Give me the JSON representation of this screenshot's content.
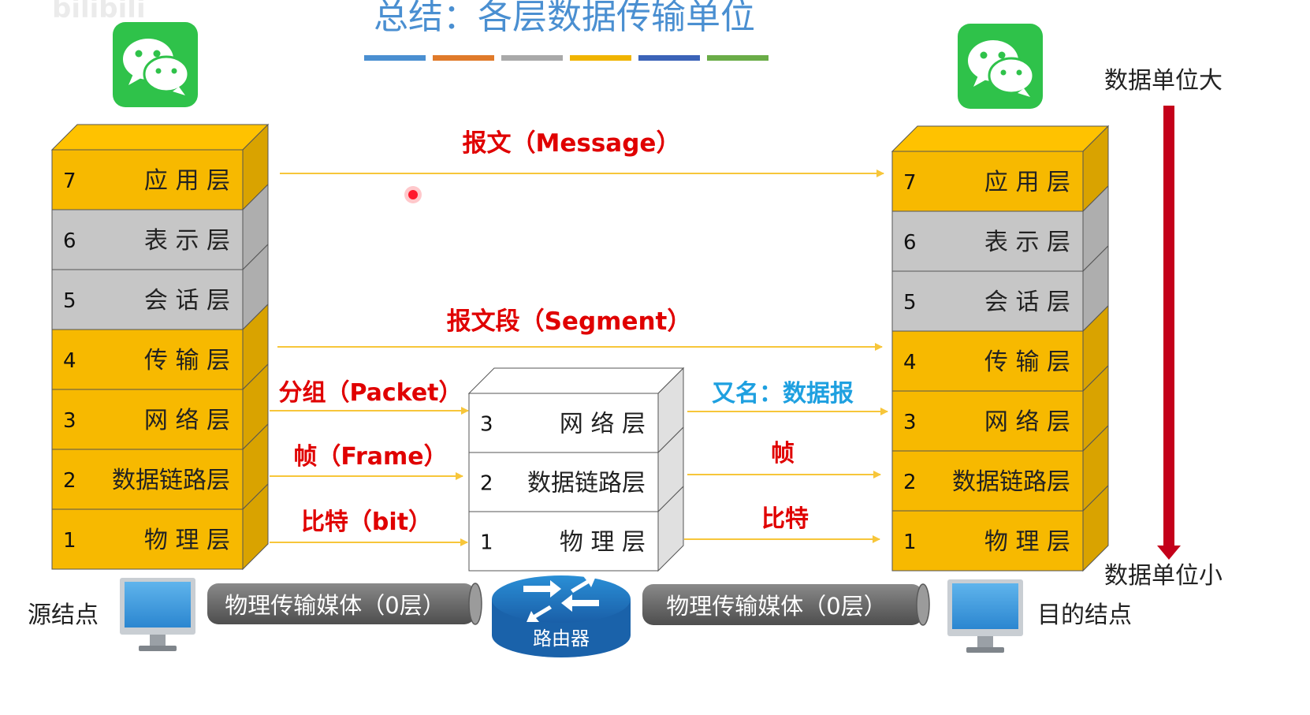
{
  "watermark": "bilibili",
  "title": "总结：各层数据传输单位",
  "title_bar_colors": [
    "#4a8fd1",
    "#e07a2a",
    "#a9a9a9",
    "#f0b400",
    "#3b63b8",
    "#6aac47"
  ],
  "layer_names": {
    "7": "应 用 层",
    "6": "表 示 层",
    "5": "会 话 层",
    "4": "传 输 层",
    "3": "网 络 层",
    "2": "数据链路层",
    "1": "物 理 层"
  },
  "source_stack": [
    {
      "num": "7",
      "name": "应 用 层",
      "tone": "gold"
    },
    {
      "num": "6",
      "name": "表 示 层",
      "tone": "gray"
    },
    {
      "num": "5",
      "name": "会 话 层",
      "tone": "gray"
    },
    {
      "num": "4",
      "name": "传 输 层",
      "tone": "gold"
    },
    {
      "num": "3",
      "name": "网 络 层",
      "tone": "gold"
    },
    {
      "num": "2",
      "name": "数据链路层",
      "tone": "gold"
    },
    {
      "num": "1",
      "name": "物 理 层",
      "tone": "gold"
    }
  ],
  "router_stack": [
    {
      "num": "3",
      "name": "网 络 层"
    },
    {
      "num": "2",
      "name": "数据链路层"
    },
    {
      "num": "1",
      "name": "物 理 层"
    }
  ],
  "units": {
    "message": "报文（Message）",
    "segment": "报文段（Segment）",
    "packet": "分组（Packet）",
    "frame": "帧（Frame）",
    "bit": "比特（bit）",
    "aka": "又名：数据报",
    "frame_short": "帧",
    "bit_short": "比特"
  },
  "medium_label": "物理传输媒体（0层）",
  "router_label": "路由器",
  "source_node": "源结点",
  "dest_node": "目的结点",
  "size_large": "数据单位大",
  "size_small": "数据单位小",
  "colors": {
    "gold": "#f7b900",
    "gray": "#c6c6c6",
    "unit_red": "#e00000",
    "unit_blue": "#1ea0e0",
    "arrow": "#f7c63a",
    "down_arrow": "#c4001a",
    "wechat": "#2fc24a",
    "title": "#4a8fd1"
  },
  "icons": [
    "wechat-icon",
    "computer-icon",
    "router-icon"
  ]
}
